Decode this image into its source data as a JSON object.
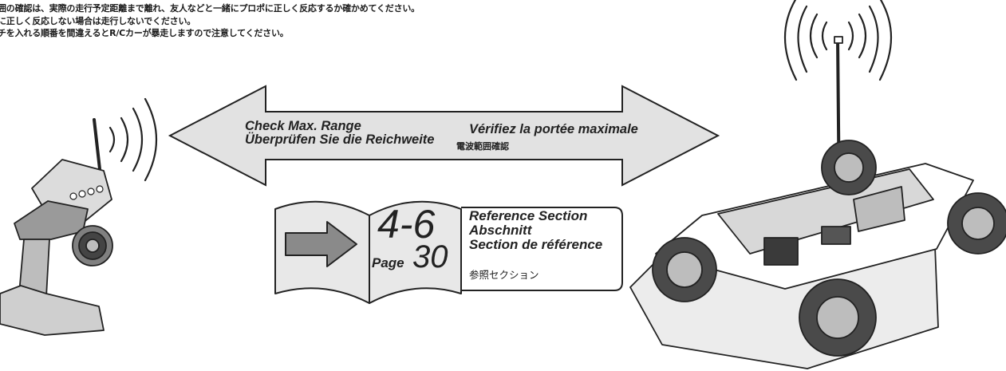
{
  "notes": [
    "囲の確認は、実際の走行予定距離まで離れ、友人などと一緒にプロポに正しく反応するか確かめてください。",
    "に正しく反応しない場合は走行しないでください。",
    "チを入れる順番を間違えるとR/Cカーが暴走しますので注意してください。"
  ],
  "range_arrow": {
    "en": "Check Max. Range",
    "de": "Überprüfen Sie die Reichweite",
    "fr": "Vérifiez la portée maximale",
    "jp": "電波範囲確認"
  },
  "reference": {
    "section_number": "4-6",
    "page_label": "Page",
    "page_number": "30",
    "en": "Reference Section",
    "de": "Abschnitt",
    "fr": "Section de référence",
    "jp": "参照セクション"
  }
}
